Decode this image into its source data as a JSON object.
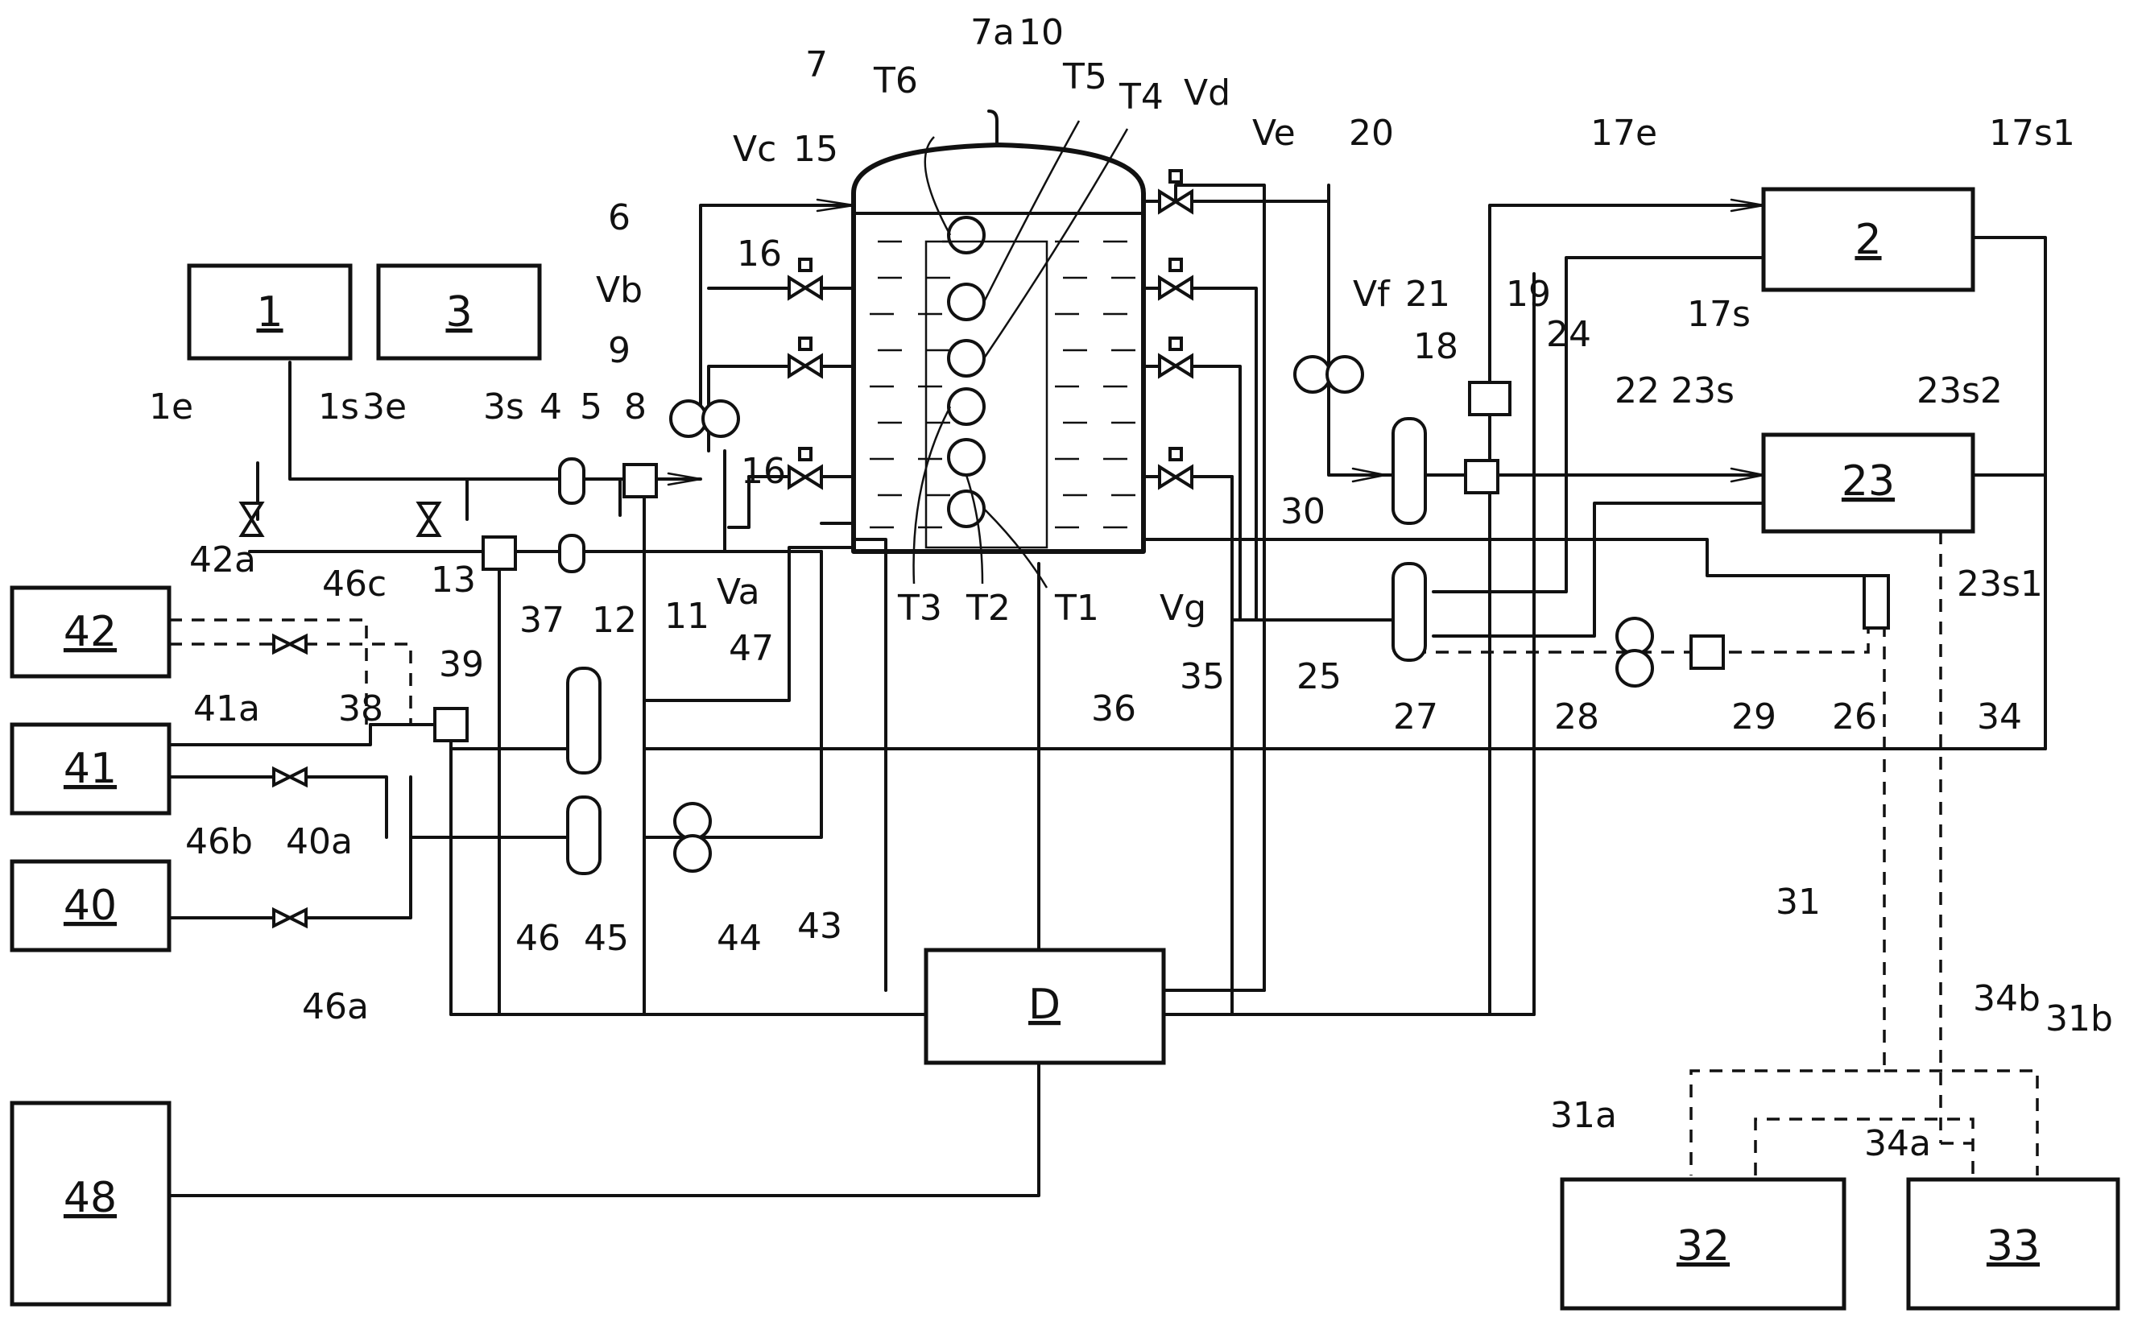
{
  "boxes": [
    {
      "id": "b1",
      "label": "1"
    },
    {
      "id": "b3",
      "label": "3"
    },
    {
      "id": "b2",
      "label": "2"
    },
    {
      "id": "b23",
      "label": "23"
    },
    {
      "id": "b42",
      "label": "42"
    },
    {
      "id": "b41",
      "label": "41"
    },
    {
      "id": "b40",
      "label": "40"
    },
    {
      "id": "bD",
      "label": "D"
    },
    {
      "id": "b48",
      "label": "48"
    },
    {
      "id": "b32",
      "label": "32"
    },
    {
      "id": "b33",
      "label": "33"
    }
  ],
  "labels": {
    "l7a": "7a",
    "l10": "10",
    "l7": "7",
    "lT6": "T6",
    "lT5": "T5",
    "lT4": "T4",
    "lVd": "Vd",
    "lVe": "Ve",
    "l20": "20",
    "l17e": "17e",
    "l17s1": "17s1",
    "lVc": "Vc",
    "l15": "15",
    "l6": "6",
    "l16a": "16",
    "lVb": "Vb",
    "l9": "9",
    "lVf": "Vf",
    "l21": "21",
    "l19": "19",
    "l17s": "17s",
    "l18": "18",
    "l24": "24",
    "l22": "22",
    "l23s": "23s",
    "l23s2": "23s2",
    "l1e": "1e",
    "l1s": "1s",
    "l3e": "3e",
    "l3s": "3s",
    "l4": "4",
    "l5": "5",
    "l8": "8",
    "l16b": "16",
    "l30": "30",
    "lVa": "Va",
    "l11": "11",
    "l12": "12",
    "l13": "13",
    "l42a": "42a",
    "l46c": "46c",
    "lT3": "T3",
    "lT2": "T2",
    "lT1": "T1",
    "lVg": "Vg",
    "l35": "35",
    "l25": "25",
    "l23s1": "23s1",
    "l37": "37",
    "l47": "47",
    "l39": "39",
    "l38": "38",
    "l41a": "41a",
    "l36": "36",
    "l27": "27",
    "l28": "28",
    "l29": "29",
    "l26": "26",
    "l34": "34",
    "l46b": "46b",
    "l40a": "40a",
    "l46": "46",
    "l45": "45",
    "l44": "44",
    "l43": "43",
    "l46a": "46a",
    "l31": "31",
    "l34b": "34b",
    "l31a": "31a",
    "l31b": "31b",
    "l34a": "34a"
  }
}
